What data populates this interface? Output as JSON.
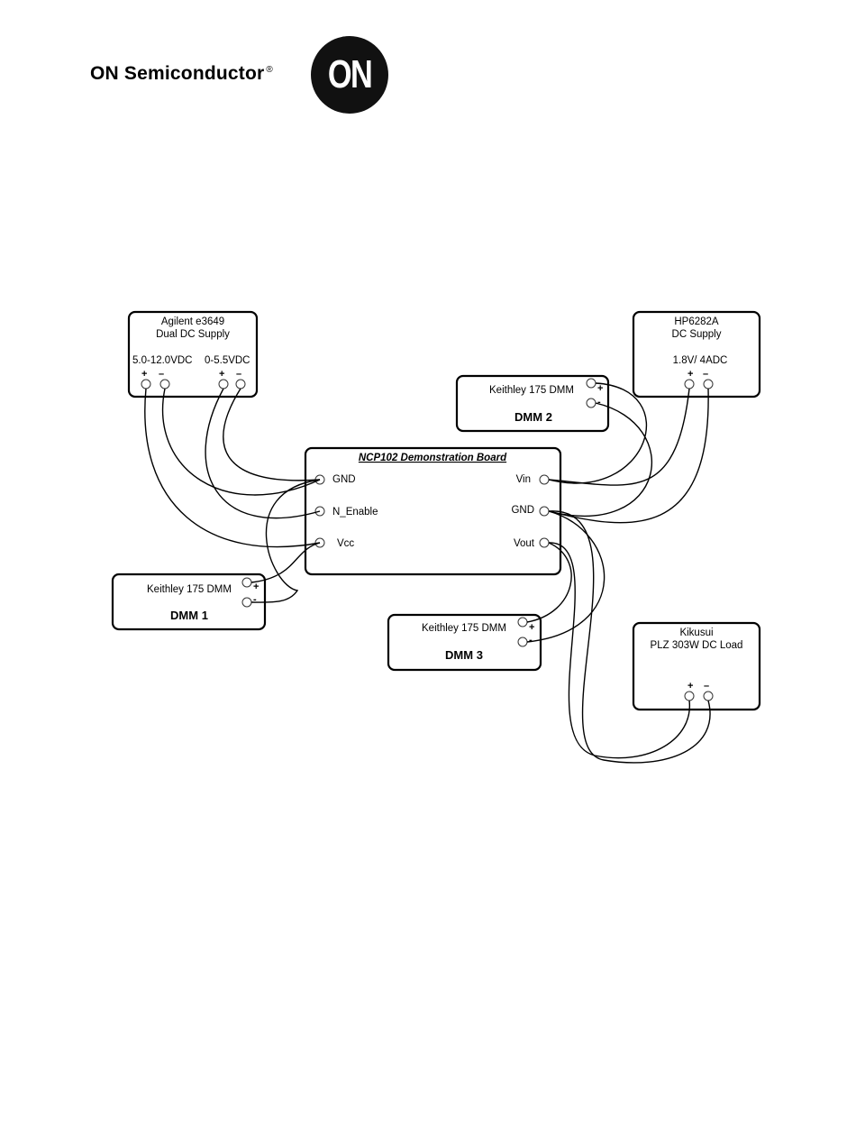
{
  "logo": {
    "company": "ON Semiconductor",
    "registered": "®",
    "badge": "ON"
  },
  "diagram": {
    "agilent": {
      "title1": "Agilent e3649",
      "title2": "Dual DC Supply",
      "range1": "5.0-12.0VDC",
      "range2": "0-5.5VDC",
      "plus": "+",
      "minus": "–"
    },
    "hp": {
      "title1": "HP6282A",
      "title2": "DC Supply",
      "rating": "1.8V/ 4ADC",
      "plus": "+",
      "minus": "–"
    },
    "dmm2": {
      "model": "Keithley 175 DMM",
      "name": "DMM 2",
      "plus": "+",
      "minus": "-"
    },
    "board": {
      "title": "NCP102 Demonstration Board",
      "gnd_left": "GND",
      "n_enable": "N_Enable",
      "vcc": "Vcc",
      "vin": "Vin",
      "gnd_right": "GND",
      "vout": "Vout"
    },
    "dmm1": {
      "model": "Keithley 175 DMM",
      "name": "DMM 1",
      "plus": "+",
      "minus": "-"
    },
    "dmm3": {
      "model": "Keithley 175 DMM",
      "name": "DMM 3",
      "plus": "+",
      "minus": "-"
    },
    "load": {
      "title1": "Kikusui",
      "title2": "PLZ 303W DC Load",
      "plus": "+",
      "minus": "–"
    }
  }
}
